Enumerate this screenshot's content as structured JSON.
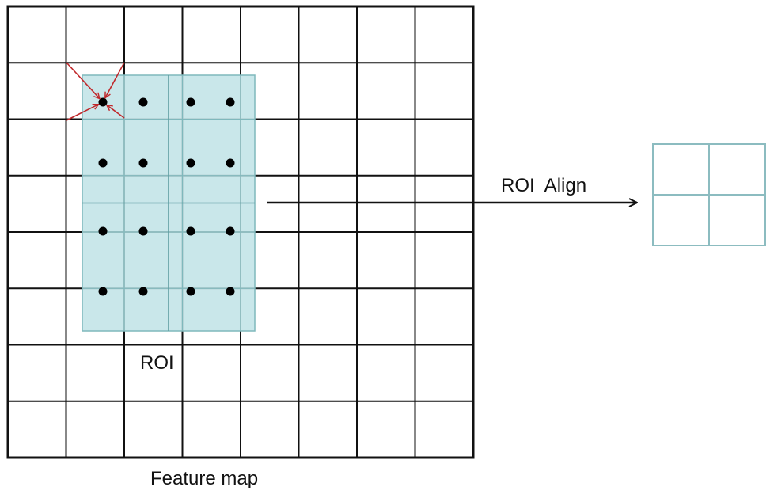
{
  "feature_map": {
    "label": "Feature map",
    "rows": 8,
    "cols": 8
  },
  "roi": {
    "label": "ROI",
    "bins": 2,
    "samples_per_bin": 2
  },
  "arrow": {
    "label": "ROI  Align"
  },
  "output": {
    "rows": 2,
    "cols": 2
  },
  "colors": {
    "grid": "#111111",
    "roi_fill": "#bfe3e6",
    "roi_line": "#7fb8bc",
    "output_line": "#8cbcc0",
    "point": "#000000",
    "bilinear_arrow": "#c0282b",
    "arrow": "#111111"
  }
}
